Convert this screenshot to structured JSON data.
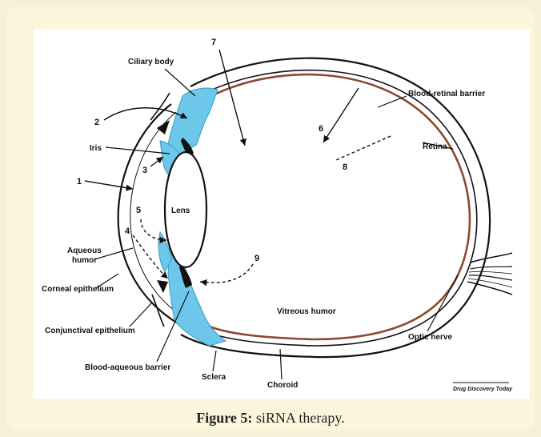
{
  "labels": {
    "ciliary_body": "Ciliary body",
    "blood_retinal_barrier": "Blood-retinal barrier",
    "retina": "Retina",
    "iris": "Iris",
    "lens": "Lens",
    "aqueous_humor_1": "Aqueous",
    "aqueous_humor_2": "humor",
    "corneal_epithelium": "Corneal epithelium",
    "conjunctival_epithelium": "Conjunctival epithelium",
    "blood_aqueous_barrier": "Blood-aqueous barrier",
    "sclera": "Sclera",
    "choroid": "Choroid",
    "vitreous_humor": "Vitreous humor",
    "optic_nerve": "Optic nerve",
    "source": "Drug Discovery Today"
  },
  "numbers": {
    "n1": "1",
    "n2": "2",
    "n3": "3",
    "n4": "4",
    "n5": "5",
    "n6": "6",
    "n7": "7",
    "n8": "8",
    "n9": "9"
  },
  "caption": {
    "prefix": "Figure 5:",
    "text": " siRNA therapy."
  },
  "colors": {
    "ciliary_blue": "#6cc7ea",
    "choroid_brown": "#8a4a2e",
    "page_background": "#f7f0d6"
  }
}
